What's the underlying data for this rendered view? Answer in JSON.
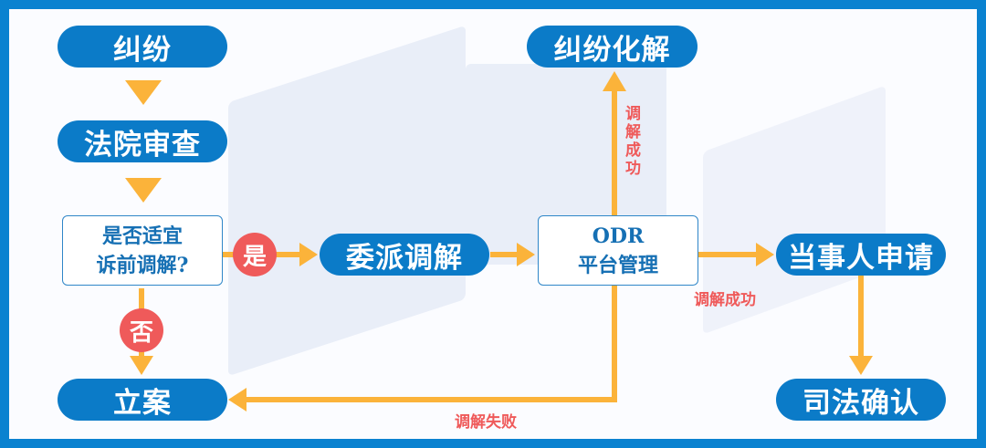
{
  "nodes": {
    "dispute": "纠纷",
    "court_review": "法院审查",
    "decision_line1": "是否适宜",
    "decision_line2": "诉前调解?",
    "yes": "是",
    "no": "否",
    "assign_mediation": "委派调解",
    "odr_line1": "ODR",
    "odr_line2": "平台管理",
    "resolved": "纠纷化解",
    "party_apply": "当事人申请",
    "judicial_confirm": "司法确认",
    "file_case": "立案"
  },
  "labels": {
    "success_up": "调解成功",
    "success_right": "调解成功",
    "failure": "调解失败"
  },
  "colors": {
    "blue": "#0b7bc8",
    "orange": "#fbb33a",
    "red": "#ef5a5a"
  }
}
